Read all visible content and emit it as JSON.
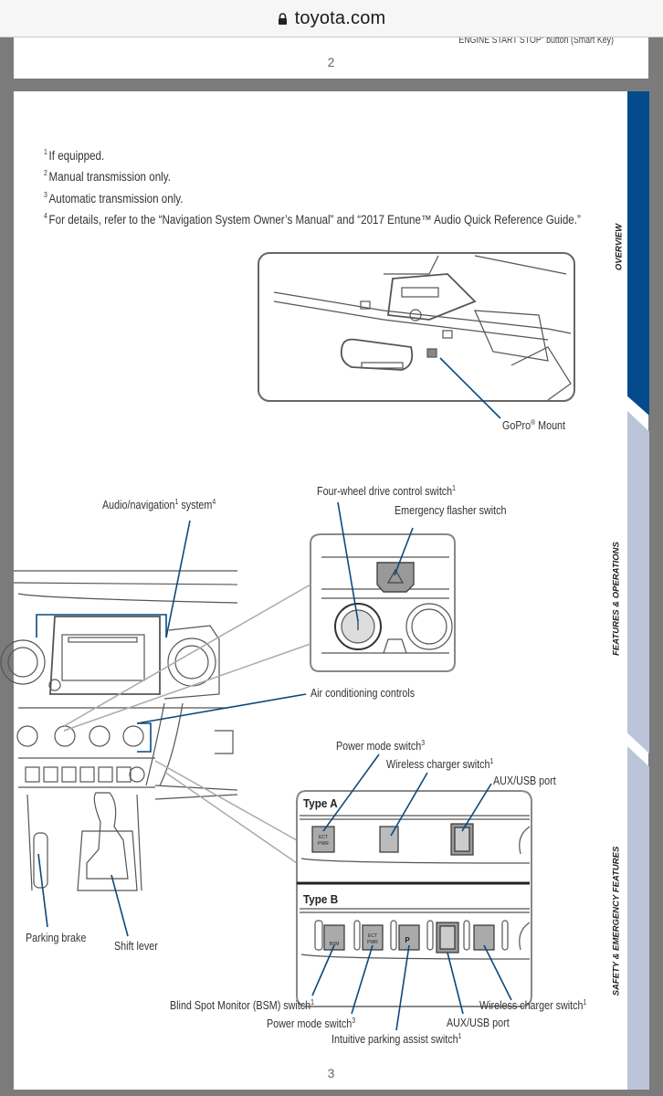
{
  "browser": {
    "url": "toyota.com",
    "lock_icon": "lock-icon"
  },
  "previous_page": {
    "cut_text": "ENGINE START STOP” button (Smart Key)",
    "page_number": "2"
  },
  "footnotes": [
    {
      "num": "1",
      "text": "If equipped."
    },
    {
      "num": "2",
      "text": "Manual transmission only."
    },
    {
      "num": "3",
      "text": "Automatic transmission only."
    },
    {
      "num": "4",
      "text": "For details, refer to the “Navigation System Owner’s Manual” and “2017 Entune™ Audio Quick Reference Guide.”"
    }
  ],
  "side_tabs": [
    {
      "label": "OVERVIEW",
      "active": true,
      "color": "#044b8c"
    },
    {
      "label": "FEATURES & OPERATIONS",
      "active": false,
      "color": "#bcc4d9"
    },
    {
      "label": "SAFETY & EMERGENCY FEATURES",
      "active": false,
      "color": "#bcc4d9"
    }
  ],
  "callouts": {
    "gopro": {
      "text": "GoPro",
      "sup": "®",
      "text2": " Mount"
    },
    "audio_nav": {
      "text": "Audio/navigation",
      "sup1": "1",
      "text2": " system",
      "sup2": "4"
    },
    "four_wheel": {
      "text": "Four-wheel drive control switch",
      "sup": "1"
    },
    "flasher": {
      "text": "Emergency flasher switch"
    },
    "ac": {
      "text": "Air conditioning controls"
    },
    "parking_brake": {
      "text": "Parking brake"
    },
    "shift_lever": {
      "text": "Shift lever"
    },
    "typeA_power": {
      "text": "Power mode switch",
      "sup": "3"
    },
    "typeA_wireless": {
      "text": "Wireless charger switch",
      "sup": "1"
    },
    "typeA_aux": {
      "text": "AUX/USB port"
    },
    "typeB_bsm": {
      "text": "Blind Spot Monitor (BSM) switch",
      "sup": "1"
    },
    "typeB_power": {
      "text": "Power mode switch",
      "sup": "3"
    },
    "typeB_parking": {
      "text": "Intuitive parking assist switch",
      "sup": "1"
    },
    "typeB_aux": {
      "text": "AUX/USB port"
    },
    "typeB_wireless": {
      "text": "Wireless charger switch",
      "sup": "1"
    }
  },
  "panel_types": {
    "a": "Type A",
    "b": "Type B"
  },
  "switch_glyphs": {
    "ect": "ECT",
    "pwr": "PWR",
    "bsm": "BSM",
    "p": "P"
  },
  "page_number": "3",
  "colors": {
    "accent": "#0b4a7e",
    "tab_active": "#044b8c",
    "tab_inactive": "#bcc4d9"
  }
}
